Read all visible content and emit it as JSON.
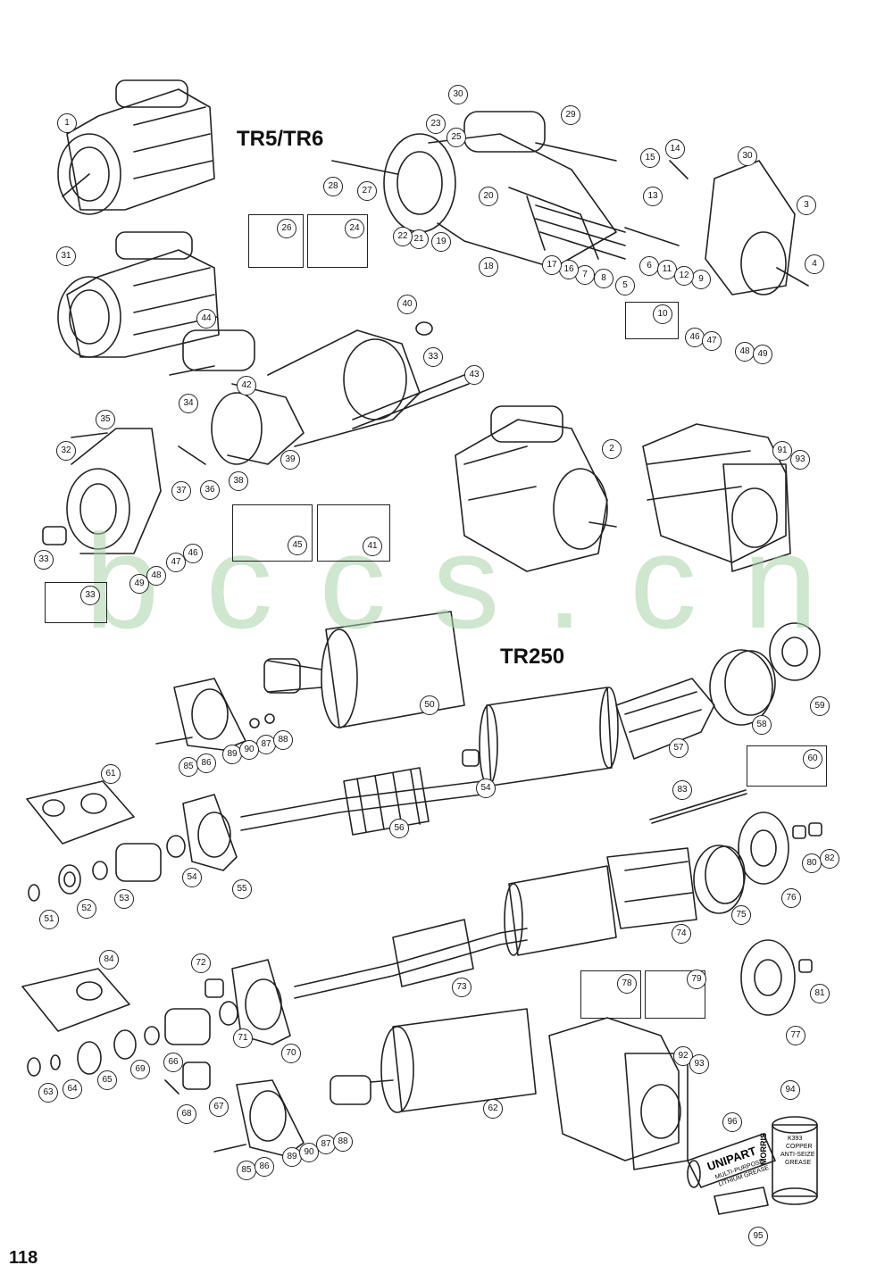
{
  "titles": {
    "tr5_tr6": "TR5/TR6",
    "tr250": "TR250"
  },
  "page_number": "118",
  "watermark": "bccs.cn",
  "callouts": [
    "1",
    "2",
    "3",
    "4",
    "5",
    "6",
    "7",
    "8",
    "9",
    "10",
    "11",
    "12",
    "13",
    "14",
    "15",
    "16",
    "17",
    "18",
    "19",
    "20",
    "21",
    "22",
    "23",
    "24",
    "25",
    "26",
    "27",
    "28",
    "29",
    "30",
    "31",
    "32",
    "33",
    "34",
    "35",
    "36",
    "37",
    "38",
    "39",
    "40",
    "41",
    "42",
    "43",
    "44",
    "45",
    "46",
    "47",
    "48",
    "49",
    "50",
    "51",
    "52",
    "53",
    "54",
    "55",
    "56",
    "57",
    "58",
    "59",
    "60",
    "61",
    "62",
    "63",
    "64",
    "65",
    "66",
    "67",
    "68",
    "69",
    "70",
    "71",
    "72",
    "73",
    "74",
    "75",
    "76",
    "77",
    "78",
    "79",
    "80",
    "81",
    "82",
    "83",
    "84",
    "85",
    "86",
    "87",
    "88",
    "89",
    "90",
    "91",
    "92",
    "93",
    "94",
    "95",
    "96"
  ],
  "labels": {
    "unipart": "UNIPART",
    "unipart_sub1": "MULTI-PURPOSE",
    "unipart_sub2": "LITHIUM GREASE",
    "morris": "MORRIS",
    "tin_line1": "K393",
    "tin_line2": "COPPER",
    "tin_line3": "ANTI-SEIZE",
    "tin_line4": "GREASE"
  }
}
